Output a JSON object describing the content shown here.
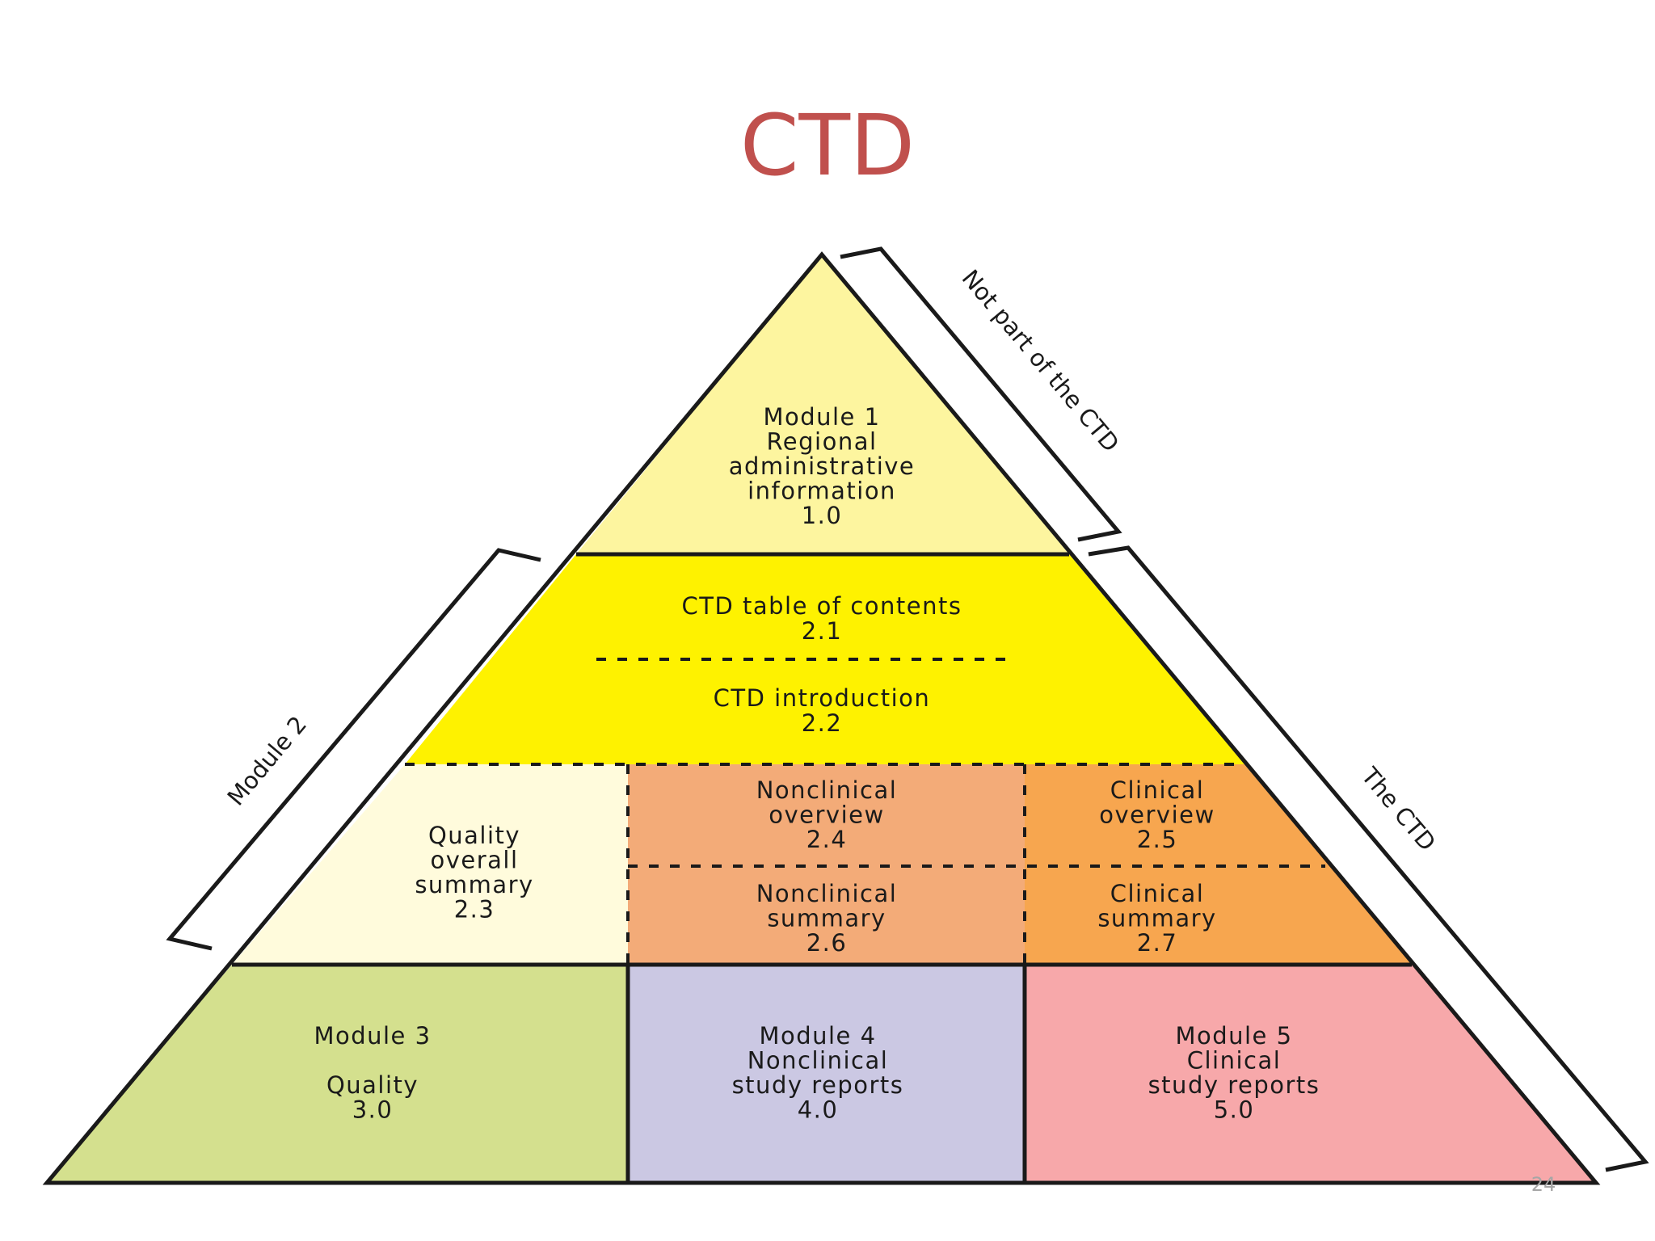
{
  "title": "CTD",
  "page_number": "24",
  "colors": {
    "title": "#c0504d",
    "module1": "#fdf59f",
    "toc_intro": "#fef200",
    "quality_summary": "#fffbdc",
    "nonclinical": "#f3ab78",
    "clinical": "#f7a64f",
    "module3": "#d4e08e",
    "module4": "#cbc8e3",
    "module5": "#f7a8aa",
    "outline": "#1a1a1a"
  },
  "boxes": {
    "module1": [
      "Module 1",
      "Regional",
      "administrative",
      "information",
      "1.0"
    ],
    "toc": [
      "CTD table of contents",
      "2.1"
    ],
    "intro": [
      "CTD introduction",
      "2.2"
    ],
    "quality_summary": [
      "Quality",
      "overall",
      "summary",
      "2.3"
    ],
    "nonclinical_overview": [
      "Nonclinical",
      "overview",
      "2.4"
    ],
    "clinical_overview": [
      "Clinical",
      "overview",
      "2.5"
    ],
    "nonclinical_summary": [
      "Nonclinical",
      "summary",
      "2.6"
    ],
    "clinical_summary": [
      "Clinical",
      "summary",
      "2.7"
    ],
    "module3": [
      "Module 3",
      "",
      "Quality",
      "3.0"
    ],
    "module4": [
      "Module 4",
      "Nonclinical",
      "study reports",
      "4.0"
    ],
    "module5": [
      "Module 5",
      "Clinical",
      "study reports",
      "5.0"
    ]
  },
  "brackets": {
    "not_part": "Not part of the CTD",
    "module2": "Module 2",
    "the_ctd": "The CTD"
  }
}
